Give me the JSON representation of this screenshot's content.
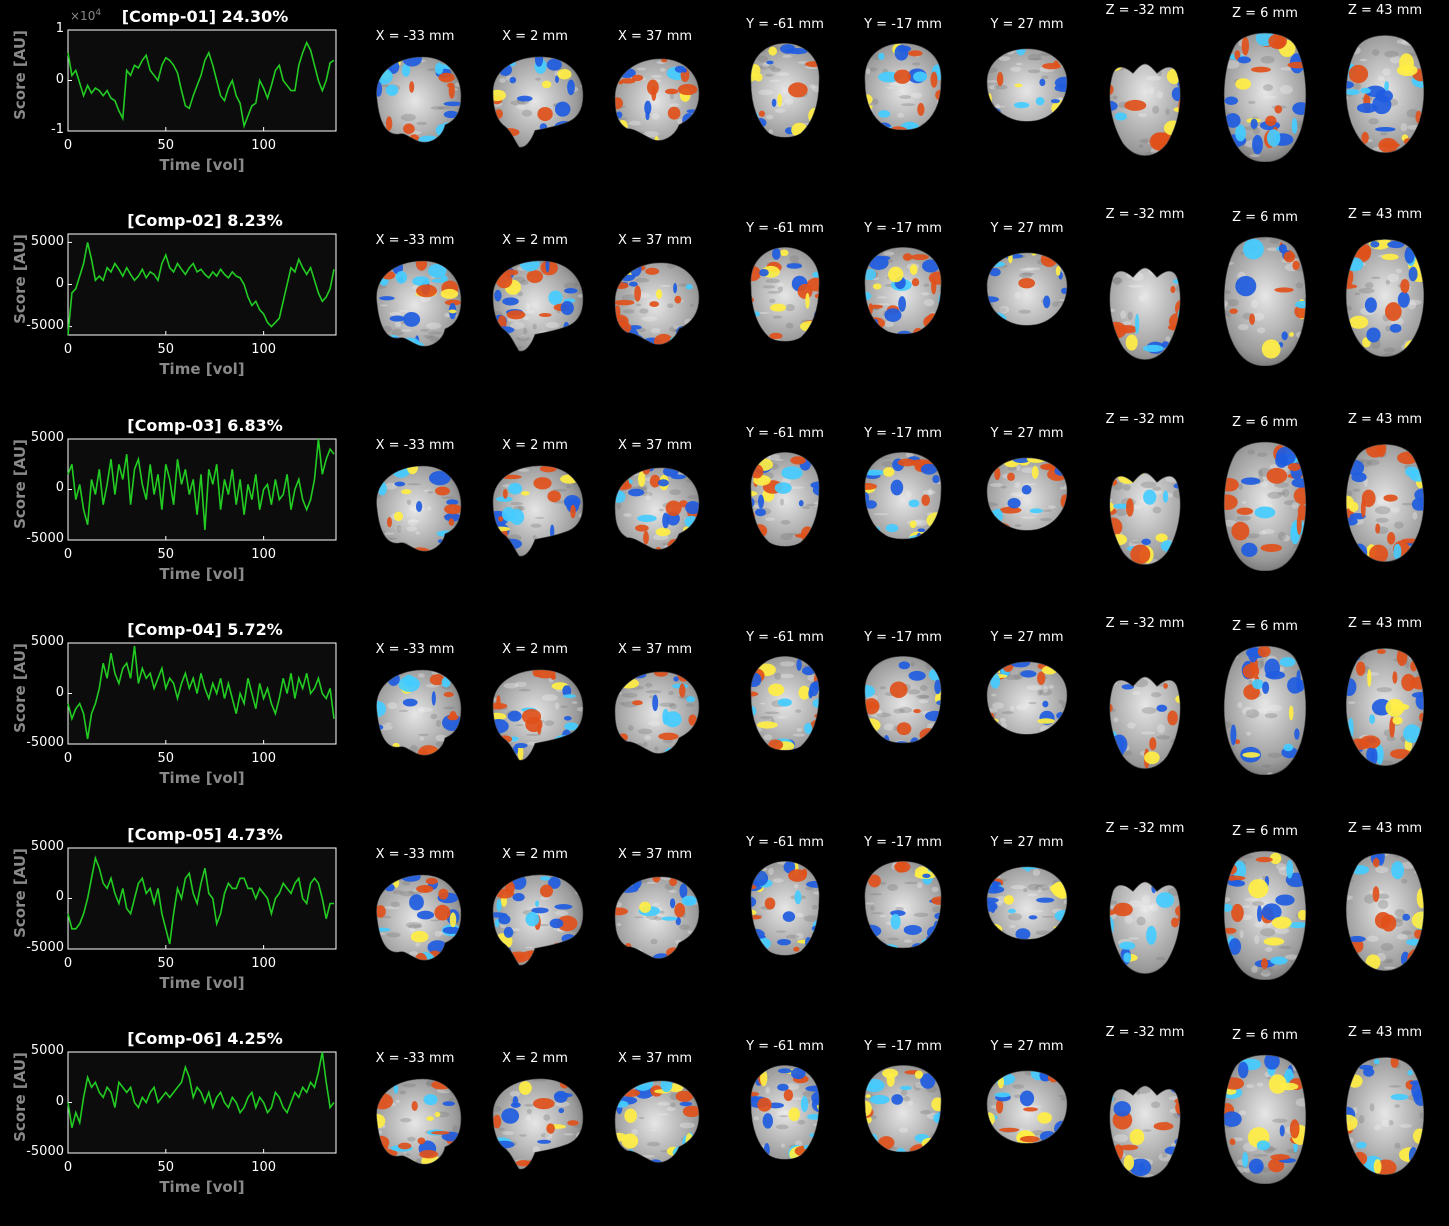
{
  "slice_labels": [
    "X = -33 mm",
    "X = 2 mm",
    "X = 37 mm",
    "Y = -61 mm",
    "Y = -17 mm",
    "Y = 27 mm",
    "Z = -32 mm",
    "Z = 6 mm",
    "Z = 43 mm"
  ],
  "scale_note": {
    "base": "×10",
    "exp": "4"
  },
  "colors": {
    "plot_bg": "#0c0c0c",
    "axis": "#ffffff",
    "trace": "#22cc22",
    "brain_dark": "#3a3a3a",
    "brain_light": "#c8c8c8",
    "pos_low": "#e0501a",
    "pos_high": "#ffee44",
    "neg_low": "#1f5ce0",
    "neg_high": "#44ccff"
  },
  "chart_data": [
    {
      "type": "line",
      "title": "[Comp-01] 24.30%",
      "xlabel": "Time [vol]",
      "ylabel": "Score [AU]",
      "xlim": [
        0,
        137
      ],
      "ylim": [
        -1,
        1
      ],
      "xticks": [
        0,
        50,
        100
      ],
      "yticks": [
        -1,
        0,
        1
      ],
      "ytick_labels": [
        "-1",
        "0",
        "1"
      ],
      "scale_note": "×10^4",
      "grid": false,
      "series": [
        {
          "x": [
            0,
            2,
            4,
            6,
            8,
            10,
            12,
            14,
            16,
            18,
            20,
            22,
            24,
            26,
            28,
            30,
            32,
            34,
            36,
            38,
            40,
            42,
            44,
            46,
            48,
            50,
            52,
            54,
            56,
            58,
            60,
            62,
            64,
            66,
            68,
            70,
            72,
            74,
            76,
            78,
            80,
            82,
            84,
            86,
            88,
            90,
            92,
            94,
            96,
            98,
            100,
            102,
            104,
            106,
            108,
            110,
            112,
            114,
            116,
            118,
            120,
            122,
            124,
            126,
            128,
            130,
            132,
            134,
            136
          ],
          "y": [
            0.55,
            0.1,
            0.2,
            -0.05,
            -0.3,
            -0.1,
            -0.25,
            -0.15,
            -0.2,
            -0.3,
            -0.2,
            -0.35,
            -0.4,
            -0.6,
            -0.75,
            0.2,
            0.1,
            0.3,
            0.25,
            0.4,
            0.5,
            0.2,
            0.1,
            0.0,
            0.3,
            0.45,
            0.4,
            0.3,
            0.15,
            -0.2,
            -0.5,
            -0.55,
            -0.3,
            -0.1,
            0.1,
            0.4,
            0.55,
            0.3,
            0.0,
            -0.3,
            -0.4,
            -0.15,
            0.0,
            -0.3,
            -0.45,
            -0.9,
            -0.7,
            -0.5,
            -0.45,
            0.0,
            -0.15,
            -0.35,
            -0.1,
            0.2,
            0.3,
            0.0,
            -0.1,
            -0.2,
            -0.2,
            0.3,
            0.55,
            0.75,
            0.6,
            0.3,
            0.0,
            -0.2,
            0.0,
            0.35,
            0.4
          ]
        }
      ]
    },
    {
      "type": "line",
      "title": "[Comp-02] 8.23%",
      "xlabel": "Time [vol]",
      "ylabel": "Score [AU]",
      "xlim": [
        0,
        137
      ],
      "ylim": [
        -6000,
        6000
      ],
      "xticks": [
        0,
        50,
        100
      ],
      "yticks": [
        -5000,
        0,
        5000
      ],
      "ytick_labels": [
        "-5000",
        "0",
        "5000"
      ],
      "grid": false,
      "series": [
        {
          "x": [
            0,
            2,
            4,
            6,
            8,
            10,
            12,
            14,
            16,
            18,
            20,
            22,
            24,
            26,
            28,
            30,
            32,
            34,
            36,
            38,
            40,
            42,
            44,
            46,
            48,
            50,
            52,
            54,
            56,
            58,
            60,
            62,
            64,
            66,
            68,
            70,
            72,
            74,
            76,
            78,
            80,
            82,
            84,
            86,
            88,
            90,
            92,
            94,
            96,
            98,
            100,
            102,
            104,
            106,
            108,
            110,
            112,
            114,
            116,
            118,
            120,
            122,
            124,
            126,
            128,
            130,
            132,
            134,
            136
          ],
          "y": [
            -6000,
            -1000,
            -500,
            1000,
            2500,
            5000,
            3000,
            500,
            1000,
            500,
            2000,
            1500,
            2500,
            1800,
            1000,
            2000,
            1200,
            500,
            1000,
            1800,
            800,
            1500,
            1200,
            500,
            2500,
            3500,
            2000,
            1500,
            2500,
            1800,
            1200,
            2000,
            2500,
            1500,
            1800,
            1200,
            800,
            1500,
            1000,
            1800,
            1200,
            800,
            1500,
            1000,
            800,
            0,
            -1500,
            -2500,
            -2000,
            -3000,
            -3500,
            -4500,
            -5000,
            -4500,
            -4000,
            -2000,
            0,
            2000,
            1500,
            3000,
            2000,
            1200,
            2000,
            500,
            -1000,
            -2000,
            -1500,
            -500,
            1800
          ]
        }
      ]
    },
    {
      "type": "line",
      "title": "[Comp-03] 6.83%",
      "xlabel": "Time [vol]",
      "ylabel": "Score [AU]",
      "xlim": [
        0,
        137
      ],
      "ylim": [
        -5000,
        5000
      ],
      "xticks": [
        0,
        50,
        100
      ],
      "yticks": [
        -5000,
        0,
        5000
      ],
      "ytick_labels": [
        "-5000",
        "0",
        "5000"
      ],
      "grid": false,
      "series": [
        {
          "x": [
            0,
            2,
            4,
            6,
            8,
            10,
            12,
            14,
            16,
            18,
            20,
            22,
            24,
            26,
            28,
            30,
            32,
            34,
            36,
            38,
            40,
            42,
            44,
            46,
            48,
            50,
            52,
            54,
            56,
            58,
            60,
            62,
            64,
            66,
            68,
            70,
            72,
            74,
            76,
            78,
            80,
            82,
            84,
            86,
            88,
            90,
            92,
            94,
            96,
            98,
            100,
            102,
            104,
            106,
            108,
            110,
            112,
            114,
            116,
            118,
            120,
            122,
            124,
            126,
            128,
            130,
            132,
            134,
            136
          ],
          "y": [
            1500,
            2500,
            -1000,
            500,
            -2000,
            -3500,
            1000,
            -500,
            2000,
            -1500,
            500,
            3000,
            -500,
            2500,
            1000,
            3500,
            -1500,
            2000,
            3000,
            500,
            -1000,
            2500,
            -500,
            1500,
            -2000,
            2500,
            1000,
            -1500,
            3000,
            500,
            2000,
            -500,
            1000,
            -2500,
            1500,
            -4000,
            2000,
            500,
            2500,
            -2000,
            1000,
            -500,
            2000,
            -1500,
            1000,
            -2500,
            500,
            -1000,
            1500,
            -2000,
            0,
            500,
            -1500,
            1000,
            -1000,
            -500,
            1500,
            -2000,
            0,
            1000,
            -1000,
            -2000,
            -1000,
            1000,
            5000,
            1500,
            3000,
            4000,
            3500
          ]
        }
      ]
    },
    {
      "type": "line",
      "title": "[Comp-04] 5.72%",
      "xlabel": "Time [vol]",
      "ylabel": "Score [AU]",
      "xlim": [
        0,
        137
      ],
      "ylim": [
        -5000,
        5000
      ],
      "xticks": [
        0,
        50,
        100
      ],
      "yticks": [
        -5000,
        0,
        5000
      ],
      "ytick_labels": [
        "-5000",
        "0",
        "5000"
      ],
      "grid": false,
      "series": [
        {
          "x": [
            0,
            2,
            4,
            6,
            8,
            10,
            12,
            14,
            16,
            18,
            20,
            22,
            24,
            26,
            28,
            30,
            32,
            34,
            36,
            38,
            40,
            42,
            44,
            46,
            48,
            50,
            52,
            54,
            56,
            58,
            60,
            62,
            64,
            66,
            68,
            70,
            72,
            74,
            76,
            78,
            80,
            82,
            84,
            86,
            88,
            90,
            92,
            94,
            96,
            98,
            100,
            102,
            104,
            106,
            108,
            110,
            112,
            114,
            116,
            118,
            120,
            122,
            124,
            126,
            128,
            130,
            132,
            134,
            136
          ],
          "y": [
            -1000,
            -2500,
            -1500,
            -1000,
            -2000,
            -4500,
            -2000,
            -1000,
            500,
            3000,
            1500,
            4000,
            2000,
            1000,
            2500,
            3000,
            1500,
            4700,
            1000,
            2500,
            1500,
            2000,
            500,
            1500,
            2500,
            500,
            1500,
            1000,
            -500,
            1000,
            2000,
            500,
            1500,
            0,
            2000,
            500,
            -500,
            1000,
            0,
            1500,
            -500,
            1000,
            -500,
            -2000,
            0,
            -1000,
            1500,
            0,
            -1500,
            1000,
            -500,
            500,
            -1000,
            -2000,
            -500,
            1500,
            0,
            2000,
            -500,
            1500,
            500,
            2000,
            0,
            500,
            1500,
            0,
            -500,
            500,
            -2500
          ]
        }
      ]
    },
    {
      "type": "line",
      "title": "[Comp-05] 4.73%",
      "xlabel": "Time [vol]",
      "ylabel": "Score [AU]",
      "xlim": [
        0,
        137
      ],
      "ylim": [
        -5000,
        5000
      ],
      "xticks": [
        0,
        50,
        100
      ],
      "yticks": [
        -5000,
        0,
        5000
      ],
      "ytick_labels": [
        "-5000",
        "0",
        "5000"
      ],
      "grid": false,
      "series": [
        {
          "x": [
            0,
            2,
            4,
            6,
            8,
            10,
            12,
            14,
            16,
            18,
            20,
            22,
            24,
            26,
            28,
            30,
            32,
            34,
            36,
            38,
            40,
            42,
            44,
            46,
            48,
            50,
            52,
            54,
            56,
            58,
            60,
            62,
            64,
            66,
            68,
            70,
            72,
            74,
            76,
            78,
            80,
            82,
            84,
            86,
            88,
            90,
            92,
            94,
            96,
            98,
            100,
            102,
            104,
            106,
            108,
            110,
            112,
            114,
            116,
            118,
            120,
            122,
            124,
            126,
            128,
            130,
            132,
            134,
            136
          ],
          "y": [
            -1500,
            -3000,
            -3000,
            -2500,
            -1500,
            0,
            2000,
            4000,
            3000,
            1500,
            1000,
            2000,
            500,
            -500,
            1000,
            -1000,
            -1500,
            0,
            1500,
            2000,
            500,
            1000,
            -500,
            1000,
            -1500,
            -3000,
            -4500,
            -1500,
            1000,
            0,
            2000,
            2500,
            500,
            -500,
            1500,
            3000,
            500,
            0,
            -2500,
            -1500,
            500,
            1500,
            1000,
            1000,
            2000,
            2000,
            1000,
            1000,
            0,
            1000,
            500,
            0,
            -1500,
            0,
            500,
            1500,
            1000,
            500,
            1500,
            2000,
            0,
            -500,
            1500,
            2000,
            1500,
            0,
            -2000,
            -500,
            -500
          ]
        }
      ]
    },
    {
      "type": "line",
      "title": "[Comp-06] 4.25%",
      "xlabel": "Time [vol]",
      "ylabel": "Score [AU]",
      "xlim": [
        0,
        137
      ],
      "ylim": [
        -5000,
        5000
      ],
      "xticks": [
        0,
        50,
        100
      ],
      "yticks": [
        -5000,
        0,
        5000
      ],
      "ytick_labels": [
        "-5000",
        "0",
        "5000"
      ],
      "grid": false,
      "series": [
        {
          "x": [
            0,
            2,
            4,
            6,
            8,
            10,
            12,
            14,
            16,
            18,
            20,
            22,
            24,
            26,
            28,
            30,
            32,
            34,
            36,
            38,
            40,
            42,
            44,
            46,
            48,
            50,
            52,
            54,
            56,
            58,
            60,
            62,
            64,
            66,
            68,
            70,
            72,
            74,
            76,
            78,
            80,
            82,
            84,
            86,
            88,
            90,
            92,
            94,
            96,
            98,
            100,
            102,
            104,
            106,
            108,
            110,
            112,
            114,
            116,
            118,
            120,
            122,
            124,
            126,
            128,
            130,
            132,
            134,
            136
          ],
          "y": [
            0,
            -2500,
            -1000,
            -2000,
            500,
            2500,
            1500,
            2000,
            1000,
            500,
            1500,
            1000,
            -500,
            2000,
            1500,
            1000,
            1500,
            0,
            -500,
            500,
            0,
            1000,
            1500,
            0,
            500,
            1000,
            500,
            1000,
            1500,
            2000,
            3500,
            2500,
            500,
            1500,
            1000,
            0,
            1000,
            -500,
            500,
            1000,
            0,
            -500,
            500,
            0,
            -1000,
            -500,
            500,
            1000,
            -500,
            500,
            0,
            -1000,
            -500,
            1000,
            500,
            -500,
            -1000,
            0,
            1000,
            500,
            1500,
            1000,
            2000,
            1500,
            3000,
            5000,
            2000,
            -500,
            0
          ]
        }
      ]
    }
  ]
}
